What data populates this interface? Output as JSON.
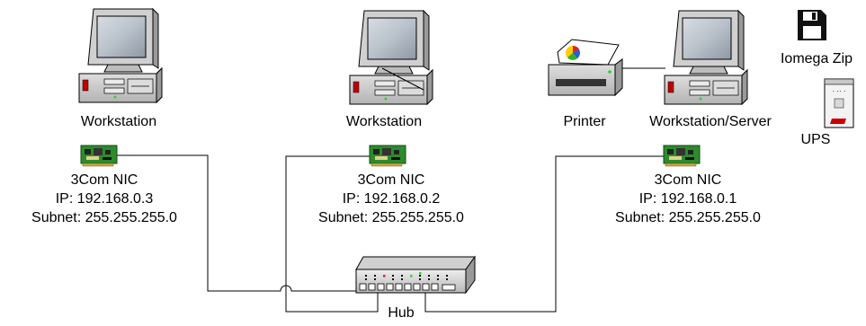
{
  "nodes": {
    "ws1": {
      "label": "Workstation"
    },
    "ws2": {
      "label": "Workstation"
    },
    "ws3": {
      "label": "Workstation/Server"
    },
    "printer": {
      "label": "Printer"
    },
    "zip": {
      "label": "Iomega Zip"
    },
    "ups": {
      "label": "UPS"
    },
    "hub": {
      "label": "Hub"
    }
  },
  "nics": [
    {
      "name": "3Com NIC",
      "ip": "IP: 192.168.0.3",
      "subnet": "Subnet: 255.255.255.0"
    },
    {
      "name": "3Com NIC",
      "ip": "IP: 192.168.0.2",
      "subnet": "Subnet: 255.255.255.0"
    },
    {
      "name": "3Com NIC",
      "ip": "IP: 192.168.0.1",
      "subnet": "Subnet: 255.255.255.0"
    }
  ],
  "colors": {
    "monitor_body": "#c9c9c9",
    "screen": "#9fa9b4",
    "pcb_green": "#2d8b2d",
    "led_green": "#2fd12f",
    "led_red": "#e02020",
    "ups_logo": "#cc0000",
    "wire": "#000000"
  }
}
